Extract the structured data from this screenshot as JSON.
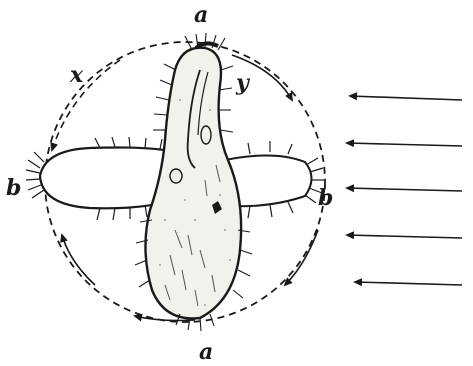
{
  "labels": {
    "top_axis": "a",
    "bottom_axis": "a",
    "left_pole": "b",
    "right_pole": "b",
    "rotation_x": "x",
    "rotation_y": "y"
  },
  "incoming_arrow_count": 5,
  "colors": {
    "ink": "#1a1a1a",
    "body_fill": "#f3f1ec"
  }
}
